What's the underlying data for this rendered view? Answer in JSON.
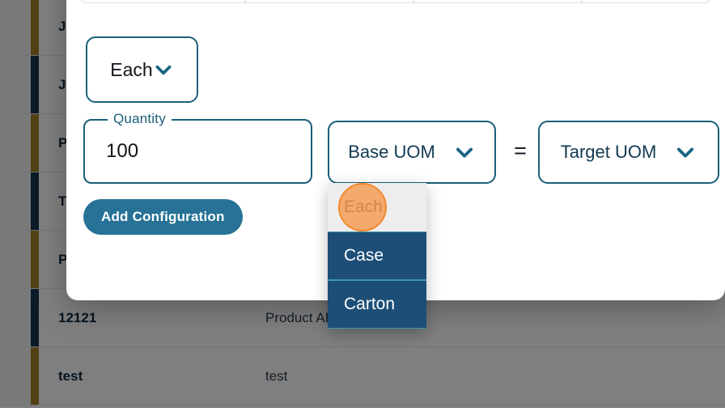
{
  "background_table": {
    "rows": [
      {
        "code": "J",
        "name": "",
        "strip": "gold"
      },
      {
        "code": "J",
        "name": "",
        "strip": "navy"
      },
      {
        "code": "P",
        "name": "",
        "strip": "gold"
      },
      {
        "code": "T",
        "name": "",
        "strip": "navy"
      },
      {
        "code": "P",
        "name": "",
        "strip": "gold"
      },
      {
        "code": "12121",
        "name": "Product AB",
        "strip": "navy"
      },
      {
        "code": "test",
        "name": "test",
        "strip": "gold"
      }
    ]
  },
  "modal": {
    "unit_select": {
      "value": "Each",
      "icon": "chevron-down-icon"
    },
    "quantity": {
      "label": "Quantity",
      "value": "100",
      "placeholder": "Quantity"
    },
    "base_uom": {
      "label": "Base UOM",
      "icon": "chevron-down-icon"
    },
    "equals": "=",
    "target_uom": {
      "label": "Target UOM",
      "icon": "chevron-down-icon"
    },
    "add_configuration_label": "Add Configuration"
  },
  "dropdown": {
    "options": [
      {
        "label": "Each",
        "state": "hovered"
      },
      {
        "label": "Case",
        "state": "selected"
      },
      {
        "label": "Carton",
        "state": "selected"
      }
    ]
  },
  "colors": {
    "accent_teal": "#1a5f7a",
    "button_teal": "#277296",
    "menu_navy": "#1d4e77",
    "danger_red": "#e32128",
    "strip_navy": "#16344f",
    "strip_gold": "#a4822a",
    "cursor_orange": "#f7974 9"
  }
}
